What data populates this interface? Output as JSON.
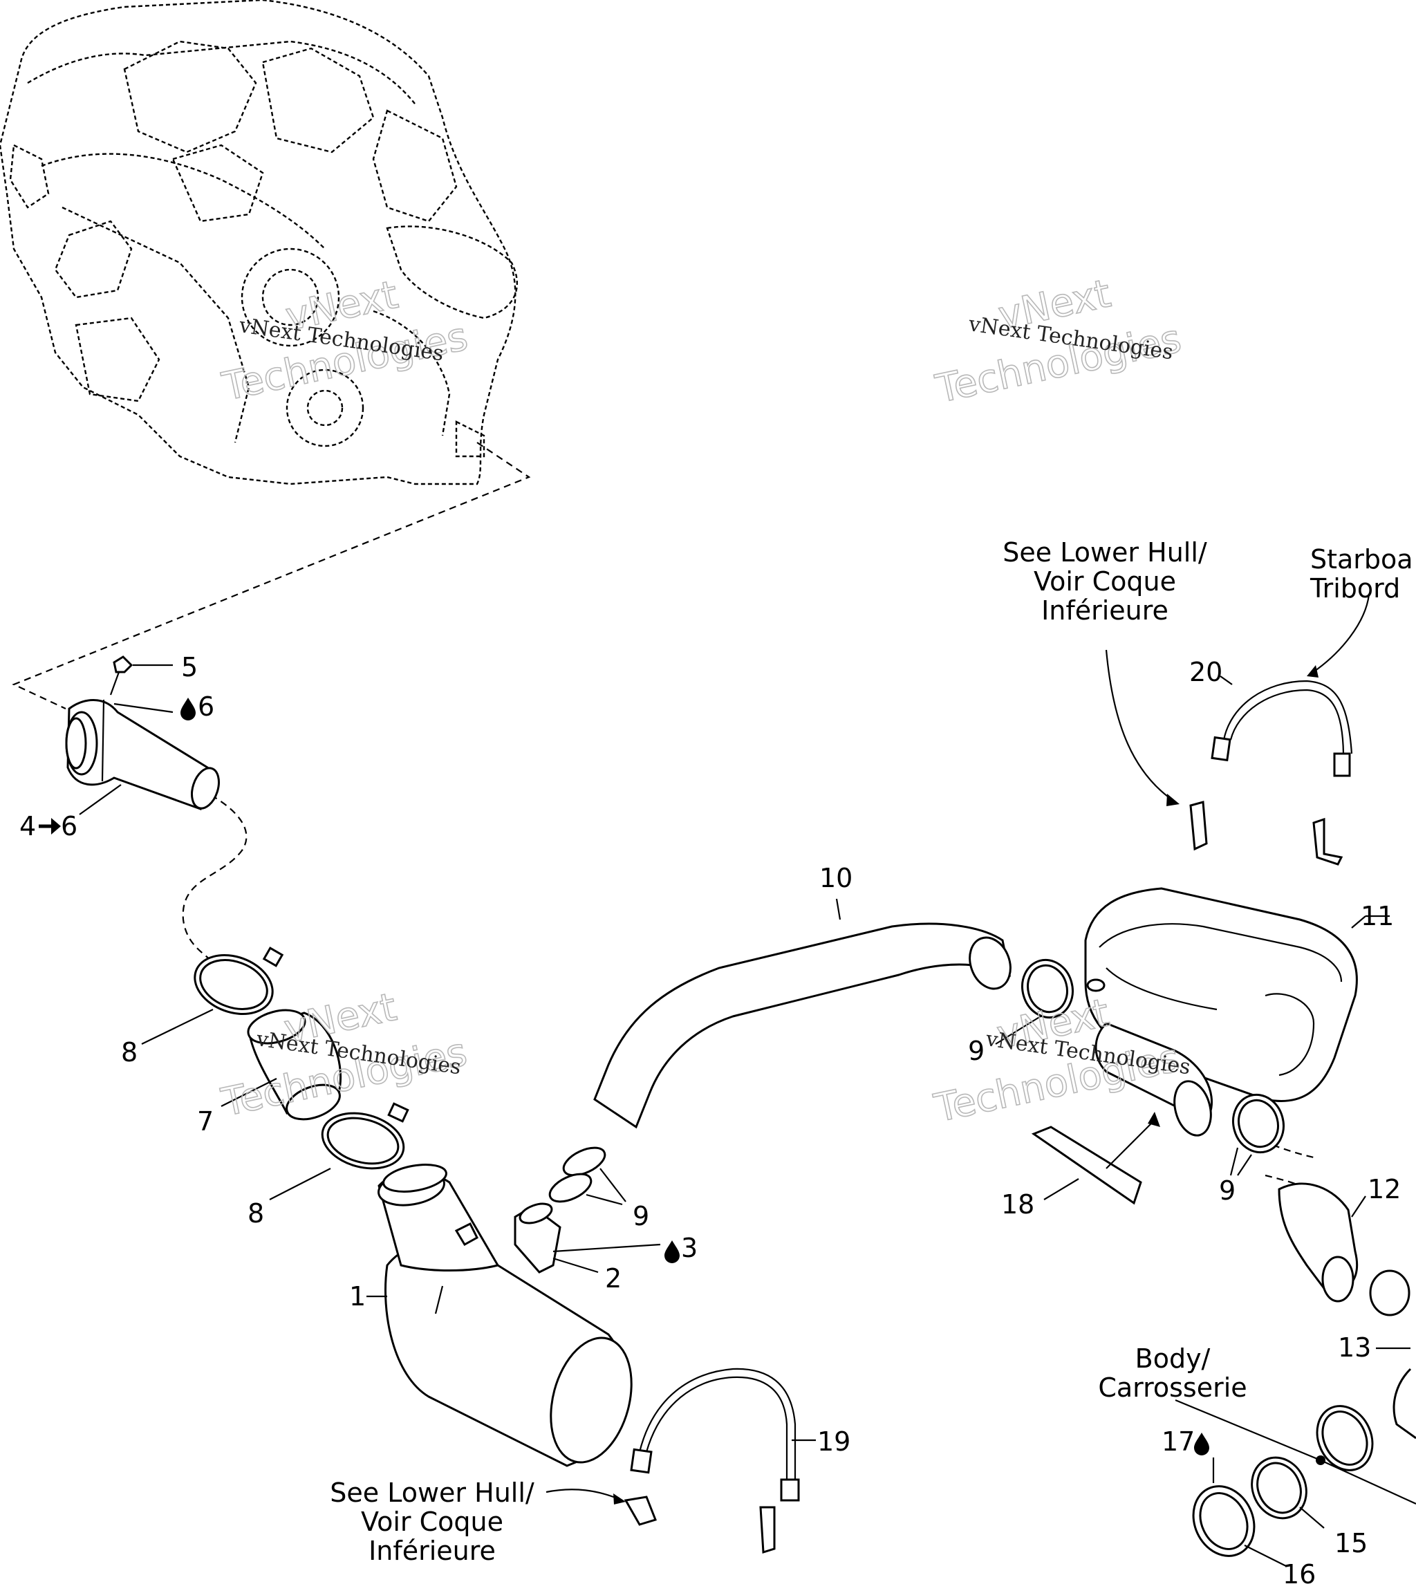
{
  "callouts": {
    "c1": "1",
    "c2": "2",
    "c3": "3",
    "c4": "4",
    "c4b": "6",
    "c5": "5",
    "c6": "6",
    "c7": "7",
    "c8a": "8",
    "c8b": "8",
    "c9a": "9",
    "c9b": "9",
    "c9c": "9",
    "c10": "10",
    "c11": "11",
    "c12": "12",
    "c13": "13",
    "c15": "15",
    "c16": "16",
    "c17": "17",
    "c18": "18",
    "c19": "19",
    "c20": "20"
  },
  "notes": {
    "lower_hull_top": [
      "See Lower Hull/",
      "Voir Coque",
      "Inférieure"
    ],
    "lower_hull_bottom": [
      "See Lower Hull/",
      "Voir Coque",
      "Inférieure"
    ],
    "starboard": [
      "Starboa",
      "Tribord"
    ],
    "body": [
      "Body/",
      "Carrosserie"
    ]
  },
  "watermark": {
    "brand_line": "vNext Technologies",
    "big_top": "vNext",
    "big_bottom": "Technologies"
  },
  "icons": {
    "lube": "oil-drop-icon",
    "range_arrow": "arrow-right-icon"
  }
}
